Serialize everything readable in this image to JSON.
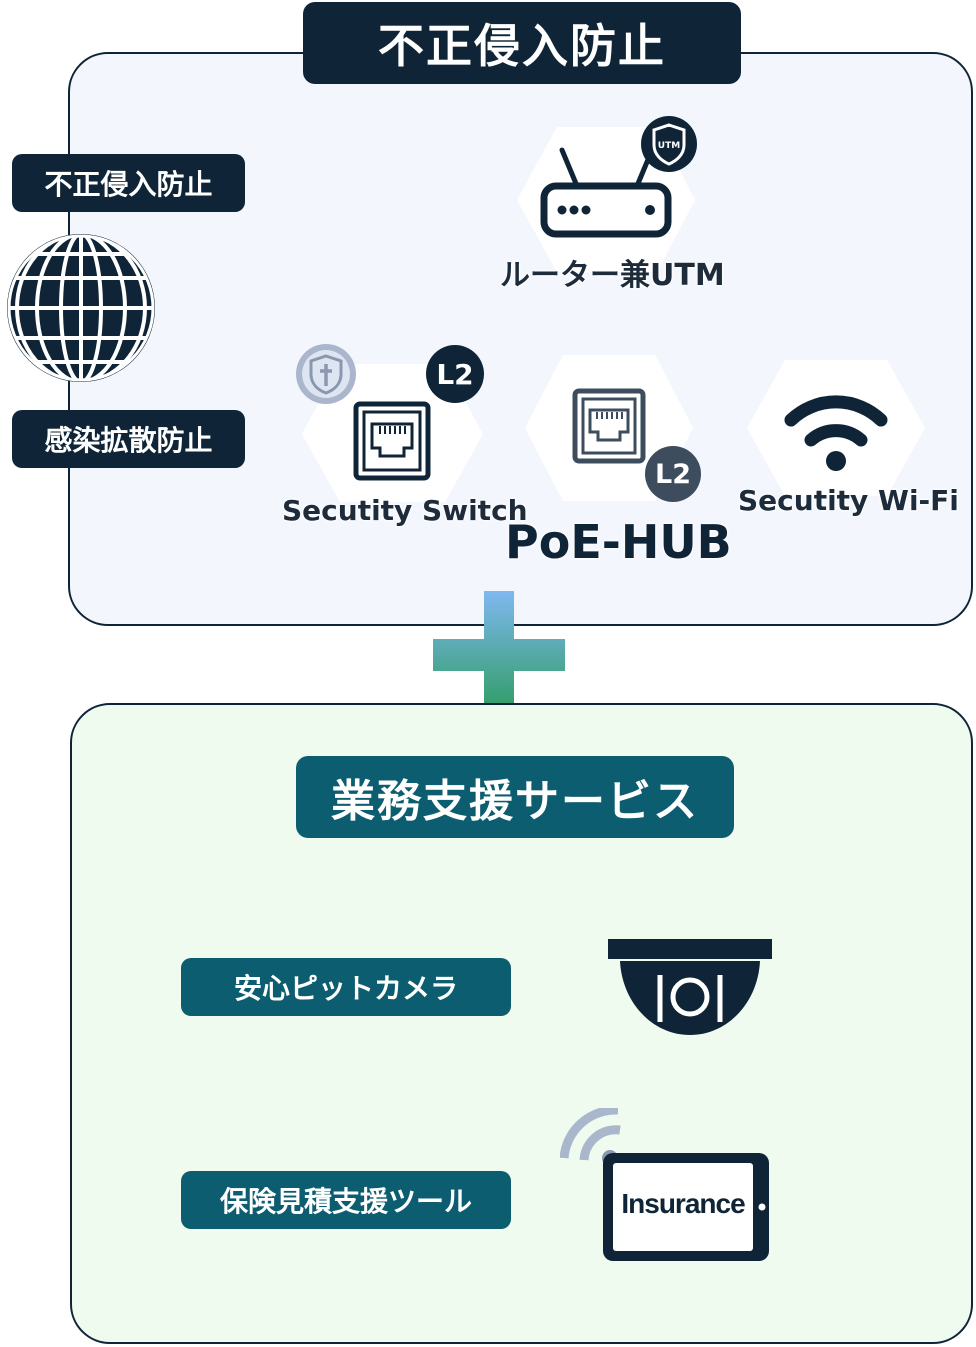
{
  "top_section": {
    "title": "不正侵入防止",
    "left_badge_1": "不正侵入防止",
    "left_badge_2": "感染拡散防止",
    "router": {
      "label": "ルーター兼UTM",
      "shield_text": "UTM"
    },
    "switch": {
      "label": "Secutity Switch",
      "badge": "L2"
    },
    "hub": {
      "label": "PoE-HUB",
      "badge": "L2"
    },
    "wifi": {
      "label": "Secutity Wi-Fi"
    }
  },
  "bottom_section": {
    "title": "業務支援サービス",
    "camera": {
      "label": "安心ピットカメラ"
    },
    "insurance": {
      "label": "保険見積支援ツール",
      "screen_text": "Insurance"
    }
  },
  "colors": {
    "navy": "#0f2537",
    "teal": "#0d5d70",
    "plus_top": "#7fb8f0",
    "plus_bottom": "#2a9a5a"
  }
}
